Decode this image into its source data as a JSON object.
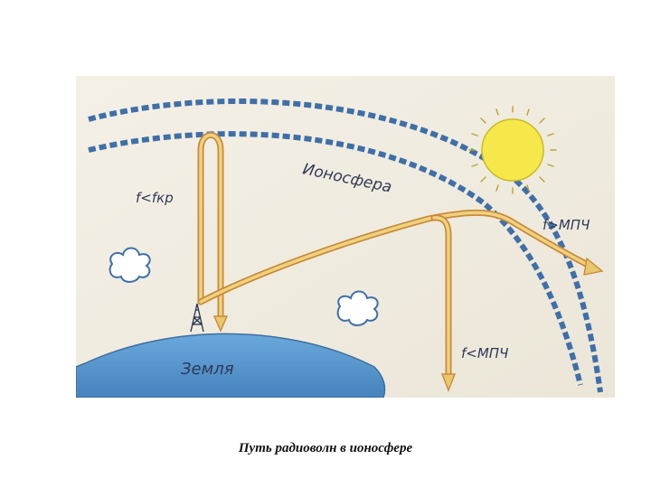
{
  "diagram": {
    "labels": {
      "ionosphere": "Ионосфера",
      "earth": "Земля",
      "f_below_critical": "f<fкр",
      "f_above_muf": "f>МПЧ",
      "f_below_muf": "f<МПЧ"
    },
    "colors": {
      "paper": "#f1ede2",
      "ionosphere_layer": "#3f6fa8",
      "earth": "#5b9ad0",
      "sun": "#f6e84a",
      "wave_path": "#e9c76c"
    }
  },
  "caption": "Путь радиоволн в ионосфере"
}
